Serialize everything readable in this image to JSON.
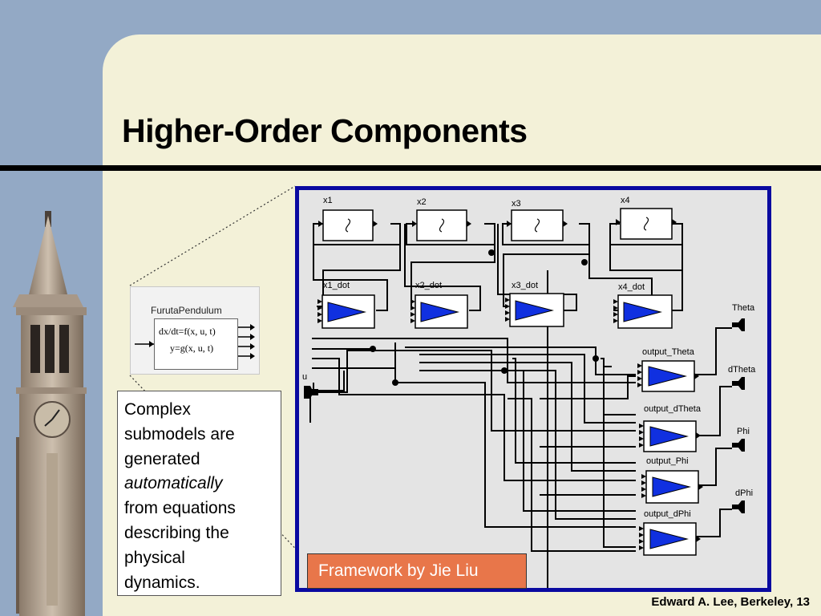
{
  "slide": {
    "title": "Higher-Order Components",
    "footer": "Edward A. Lee, Berkeley, 13",
    "credit": "Framework by Jie Liu"
  },
  "caption": {
    "line1": "Complex",
    "line2": "submodels are",
    "line3": "generated",
    "line4": "automatically",
    "line5": "from equations",
    "line6": "describing the",
    "line7": "physical",
    "line8": "dynamics."
  },
  "submodel": {
    "name": "FurutaPendulum",
    "eq1": "dx/dt=f(x, u, t)",
    "eq2": "y=g(x, u, t)"
  },
  "diagram": {
    "integrators": [
      "x1",
      "x2",
      "x3",
      "x4"
    ],
    "derivatives": [
      "x1_dot",
      "x2_dot",
      "x3_dot",
      "x4_dot"
    ],
    "outputs": [
      "output_Theta",
      "output_dTheta",
      "output_Phi",
      "output_dPhi"
    ],
    "ports": [
      "Theta",
      "dTheta",
      "Phi",
      "dPhi"
    ],
    "input_port": "u"
  },
  "colors": {
    "background": "#93a9c5",
    "panel": "#f3f1d8",
    "frame": "#0a0aa0",
    "credit_box": "#e8764a",
    "gain_triangle": "#1030e0"
  }
}
